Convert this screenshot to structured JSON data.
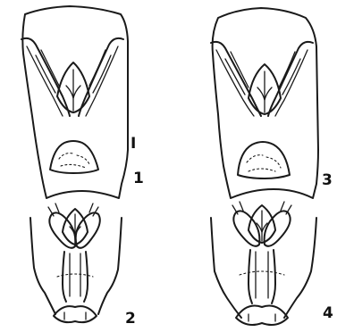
{
  "figures": [
    {
      "number": "1"
    },
    {
      "number": "2"
    },
    {
      "number": "3"
    },
    {
      "number": "4"
    }
  ],
  "stray_mark": "I"
}
